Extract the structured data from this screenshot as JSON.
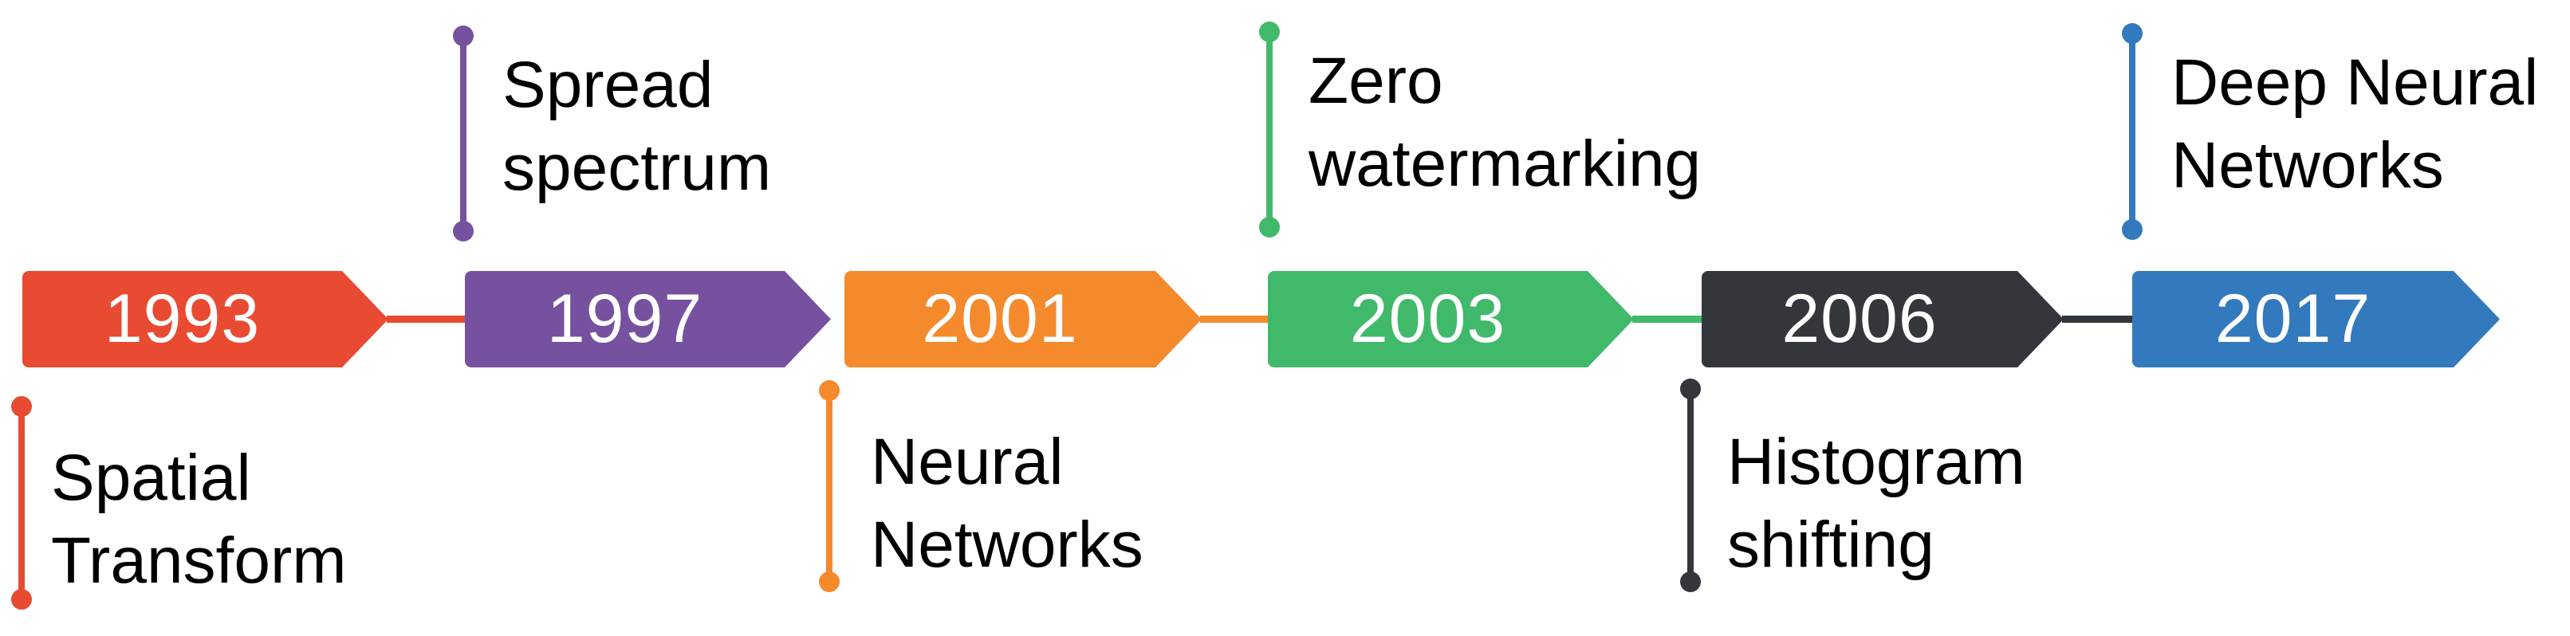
{
  "timeline": {
    "background": "#FFFFFF",
    "year_text_color": "#FFFFFF",
    "label_text_color": "#000000",
    "eras": [
      {
        "year": "1993",
        "label": "Spatial Transform",
        "label_lines": [
          "Spatial",
          "Transform"
        ],
        "label_position": "below",
        "color": "#E84B31"
      },
      {
        "year": "1997",
        "label": "Spread spectrum",
        "label_lines": [
          "Spread",
          "spectrum"
        ],
        "label_position": "above",
        "color": "#76519F"
      },
      {
        "year": "2001",
        "label": "Neural Networks",
        "label_lines": [
          "Neural",
          "Networks"
        ],
        "label_position": "below",
        "color": "#F48A2C"
      },
      {
        "year": "2003",
        "label": "Zero watermarking",
        "label_lines": [
          "Zero",
          "watermarking"
        ],
        "label_position": "above",
        "color": "#41B96A"
      },
      {
        "year": "2006",
        "label": "Histogram shifting",
        "label_lines": [
          "Histogram",
          "shifting"
        ],
        "label_position": "below",
        "color": "#33363B"
      },
      {
        "year": "2017",
        "label": "Deep Neural Networks",
        "label_lines": [
          "Deep Neural",
          "Networks"
        ],
        "label_position": "above",
        "color": "#3379BE"
      }
    ]
  }
}
